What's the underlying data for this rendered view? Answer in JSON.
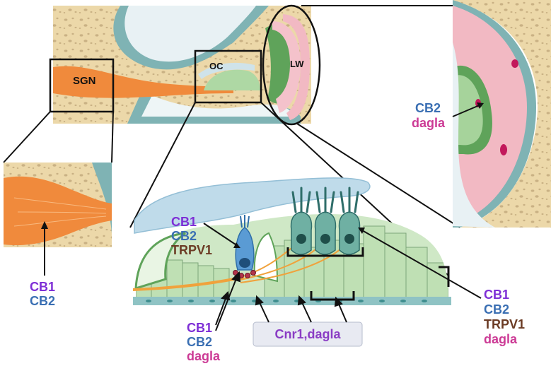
{
  "regions": {
    "sgn": "SGN",
    "oc": "OC",
    "lw": "LW"
  },
  "colors": {
    "purple": "#7e2fd6",
    "blue": "#3a6fb3",
    "brown": "#6b3b24",
    "magenta": "#cc3a95",
    "bone": "#ecd8a9",
    "nerve": "#f08a3c",
    "sensory": "#aed8a4",
    "ligament": "#f2b9c3"
  },
  "labels": {
    "sgn_markers": {
      "l1": "CB1",
      "l2": "CB2"
    },
    "lw_markers": {
      "l1": "CB2",
      "l2": "dagla"
    },
    "ihc_markers": {
      "l1": "CB1",
      "l2": "CB2",
      "l3": "TRPV1"
    },
    "bottom_markers": {
      "l1": "CB1",
      "l2": "CB2",
      "l3": "dagla"
    },
    "support_box": "Cnr1,dagla",
    "ohc_markers": {
      "l1": "CB1",
      "l2": "CB2",
      "l3": "TRPV1",
      "l4": "dagla"
    }
  }
}
